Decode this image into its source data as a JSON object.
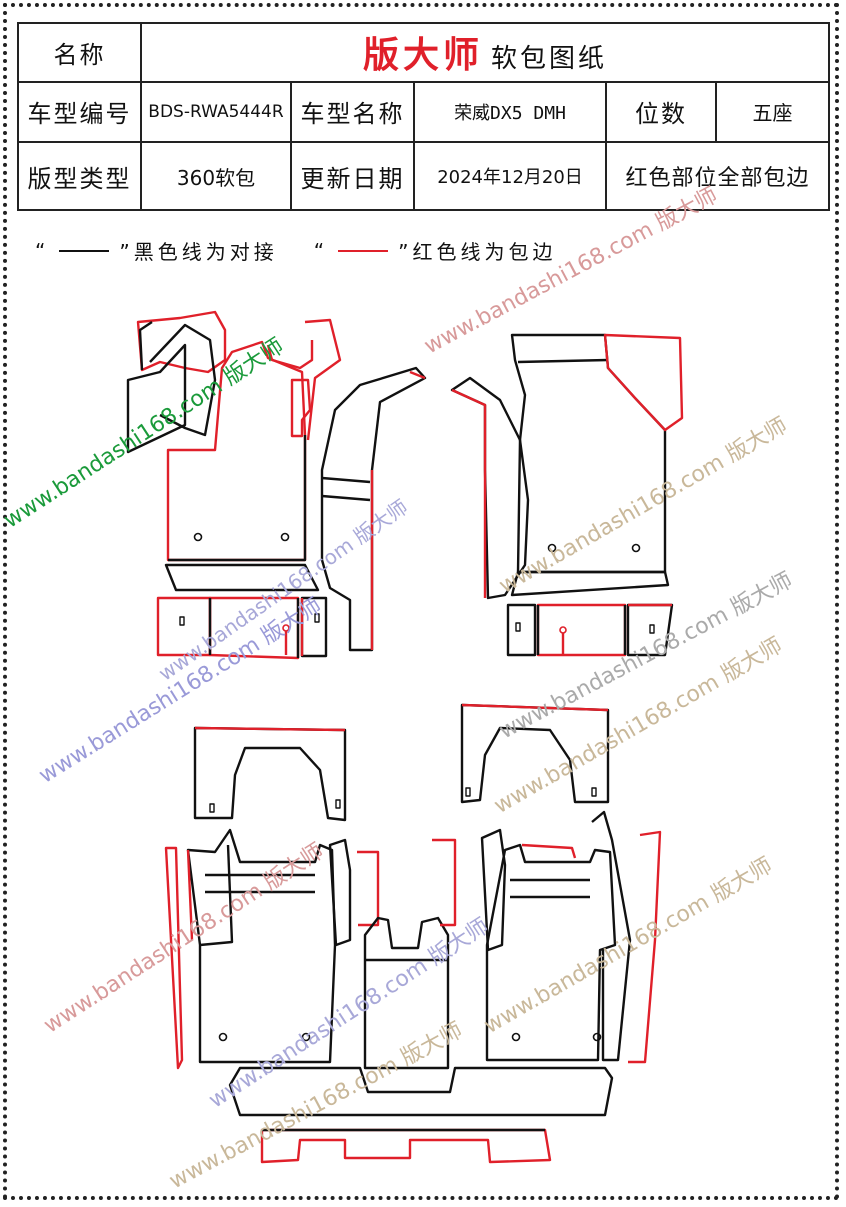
{
  "header": {
    "name_label": "名称",
    "brand": "版大师",
    "brand_sub": "软包图纸",
    "model_code_label": "车型编号",
    "model_code": "BDS-RWA5444R",
    "model_name_label": "车型名称",
    "model_name": "荣威DX5 DMH",
    "seats_label": "位数",
    "seats": "五座",
    "type_label": "版型类型",
    "type": "360软包",
    "update_label": "更新日期",
    "update_date": "2024年12月20日",
    "note": "红色部位全部包边"
  },
  "legend": {
    "q_open": "“",
    "black_text": "”黑色线为对接",
    "q_open2": "“",
    "red_text": "”红色线为包边"
  },
  "watermarks": [
    "www.bandashi168.com 版大师",
    "www.bandashi168.com 版大师",
    "www.bandashi168.com 版大师",
    "www.bandashi168.com 版大师",
    "www.bandashi168.com 版大师",
    "www.bandashi168.com 版大师",
    "www.bandashi168.com 版大师",
    "www.bandashi168.com 版大师",
    "www.bandashi168.com 版大师",
    "www.bandashi168.com 版大师",
    "www.bandashi168.com 版大师"
  ],
  "colors": {
    "butt_joint": "#111111",
    "edge_binding": "#e0202a",
    "brand": "#e0202a"
  }
}
